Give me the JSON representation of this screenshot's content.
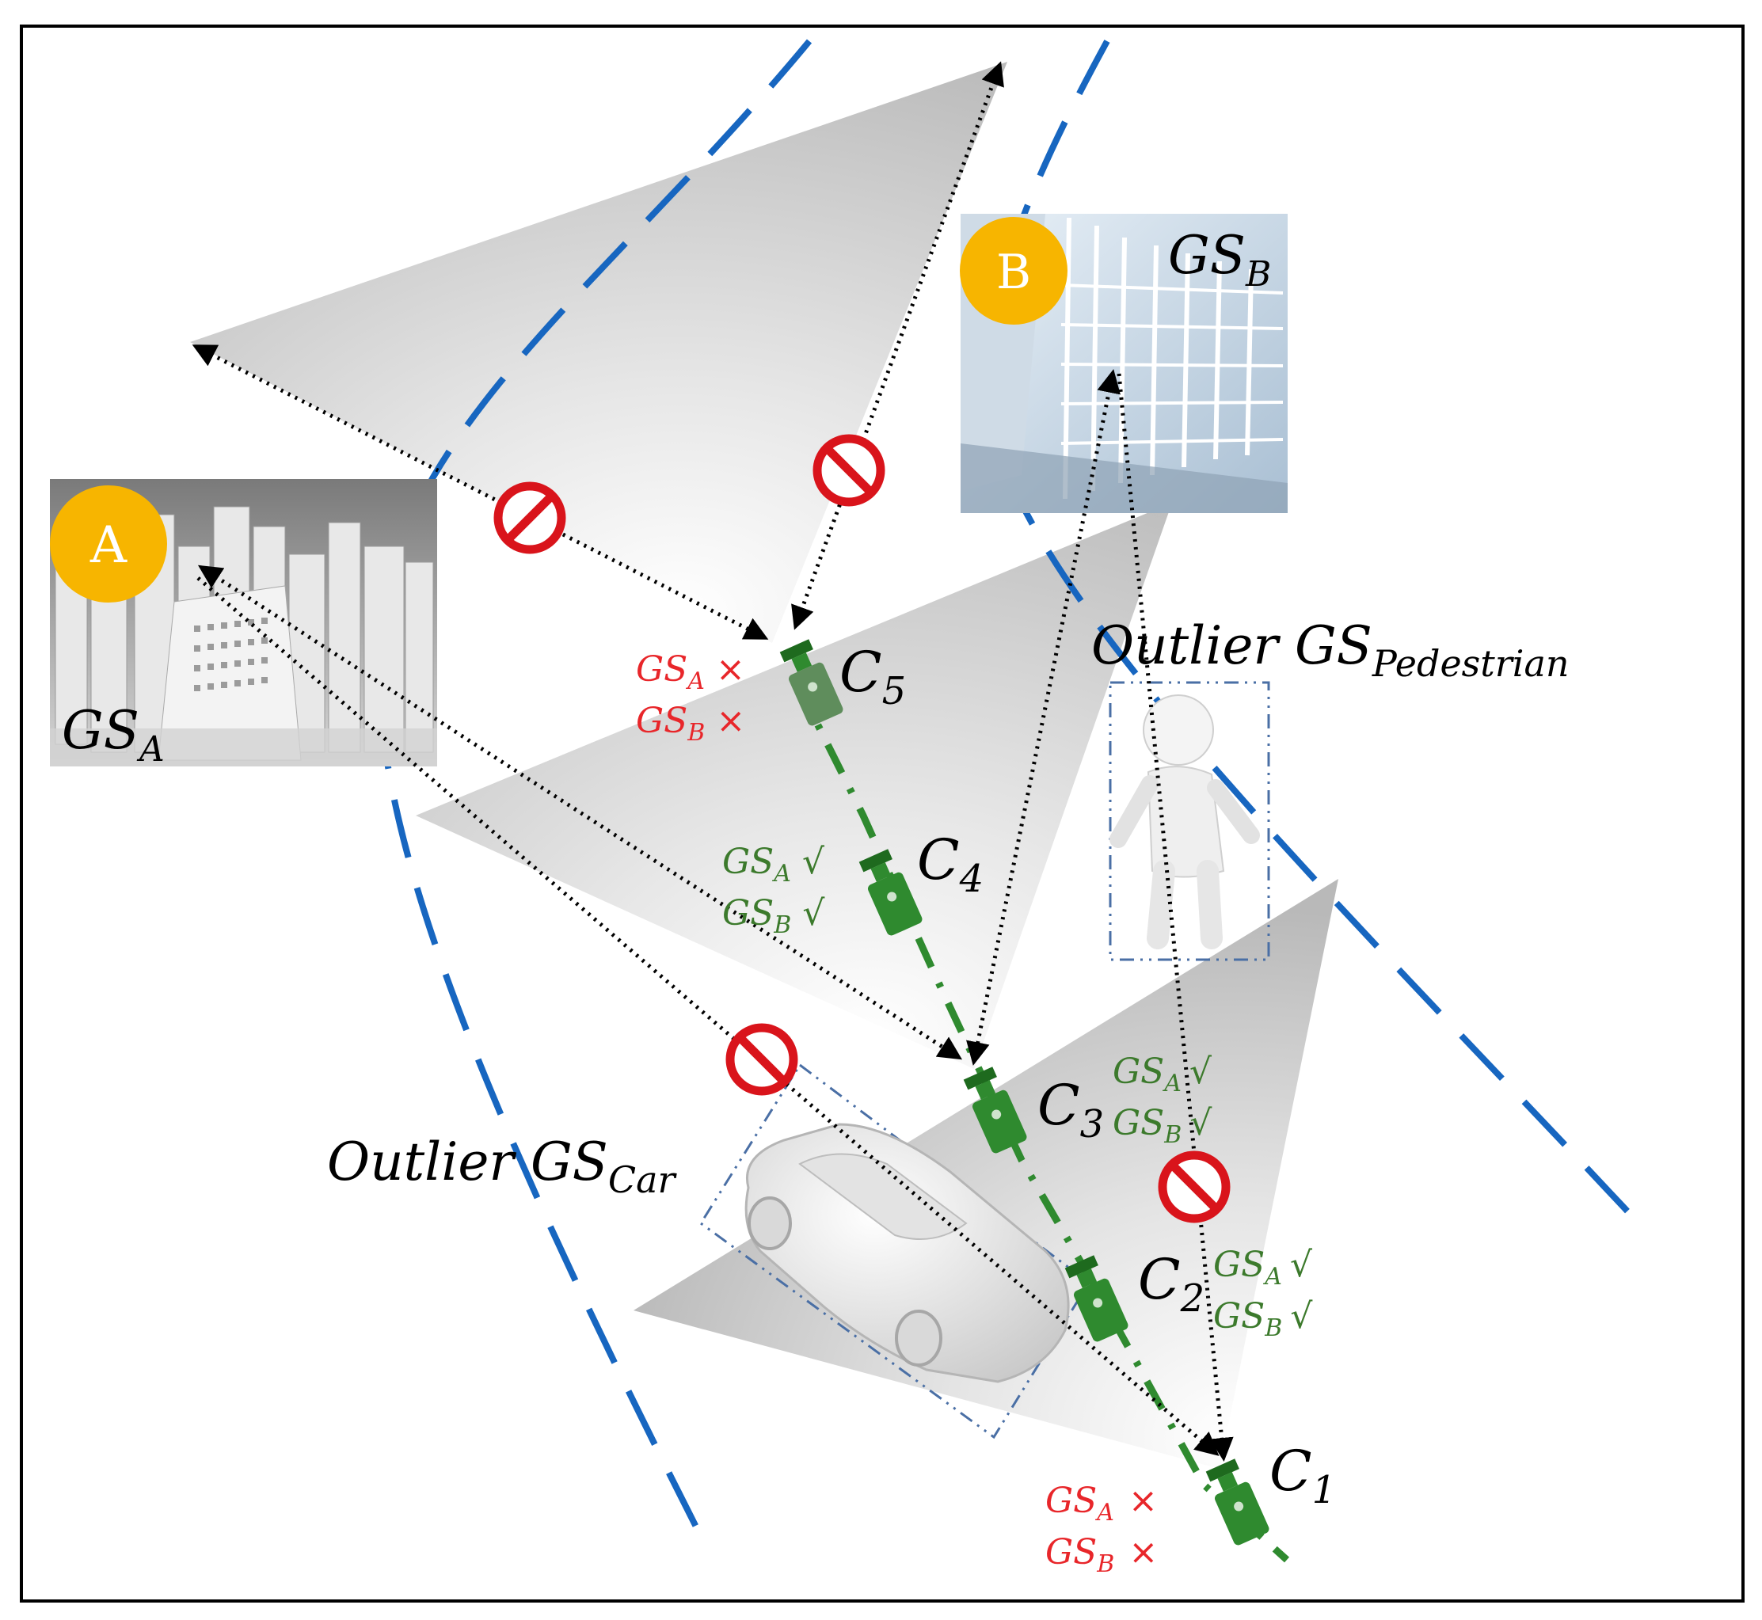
{
  "labels": {
    "badge_a": "A",
    "badge_b": "B",
    "gs": "GS",
    "gs_a_sub": "A",
    "gs_b_sub": "B",
    "outlier_prefix": "Outlier GS",
    "outlier_pedestrian_sub": "Pedestrian",
    "outlier_car_sub": "Car"
  },
  "cameras": [
    {
      "id": "C1",
      "base": "C",
      "sub": "1",
      "gs_a": {
        "label": "GS",
        "sub": "A",
        "mark": "×",
        "status": "rejected"
      },
      "gs_b": {
        "label": "GS",
        "sub": "B",
        "mark": "×",
        "status": "rejected"
      }
    },
    {
      "id": "C2",
      "base": "C",
      "sub": "2",
      "gs_a": {
        "label": "GS",
        "sub": "A",
        "mark": "√",
        "status": "accepted"
      },
      "gs_b": {
        "label": "GS",
        "sub": "B",
        "mark": "√",
        "status": "accepted"
      }
    },
    {
      "id": "C3",
      "base": "C",
      "sub": "3",
      "gs_a": {
        "label": "GS",
        "sub": "A",
        "mark": "√",
        "status": "accepted"
      },
      "gs_b": {
        "label": "GS",
        "sub": "B",
        "mark": "√",
        "status": "accepted"
      }
    },
    {
      "id": "C4",
      "base": "C",
      "sub": "4",
      "gs_a": {
        "label": "GS",
        "sub": "A",
        "mark": "√",
        "status": "accepted"
      },
      "gs_b": {
        "label": "GS",
        "sub": "B",
        "mark": "√",
        "status": "accepted"
      }
    },
    {
      "id": "C5",
      "base": "C",
      "sub": "5",
      "gs_a": {
        "label": "GS",
        "sub": "A",
        "mark": "×",
        "status": "rejected"
      },
      "gs_b": {
        "label": "GS",
        "sub": "B",
        "mark": "×",
        "status": "rejected"
      }
    }
  ],
  "colors": {
    "rejected": "#e8262a",
    "accepted": "#3c7a2c",
    "camera": "#2f8a2f",
    "camera_dark": "#1e6a1e",
    "road_line": "#1766c0",
    "frustum": "#c9c9c9",
    "badge": "#f7b500",
    "forbidden": "#d9141b",
    "outlier_box": "#4a6fa5"
  },
  "icons": [
    "camera-icon",
    "no-entry-icon",
    "city-scene-thumbnail",
    "building-facade-thumbnail",
    "pedestrian-figure",
    "car-model"
  ]
}
